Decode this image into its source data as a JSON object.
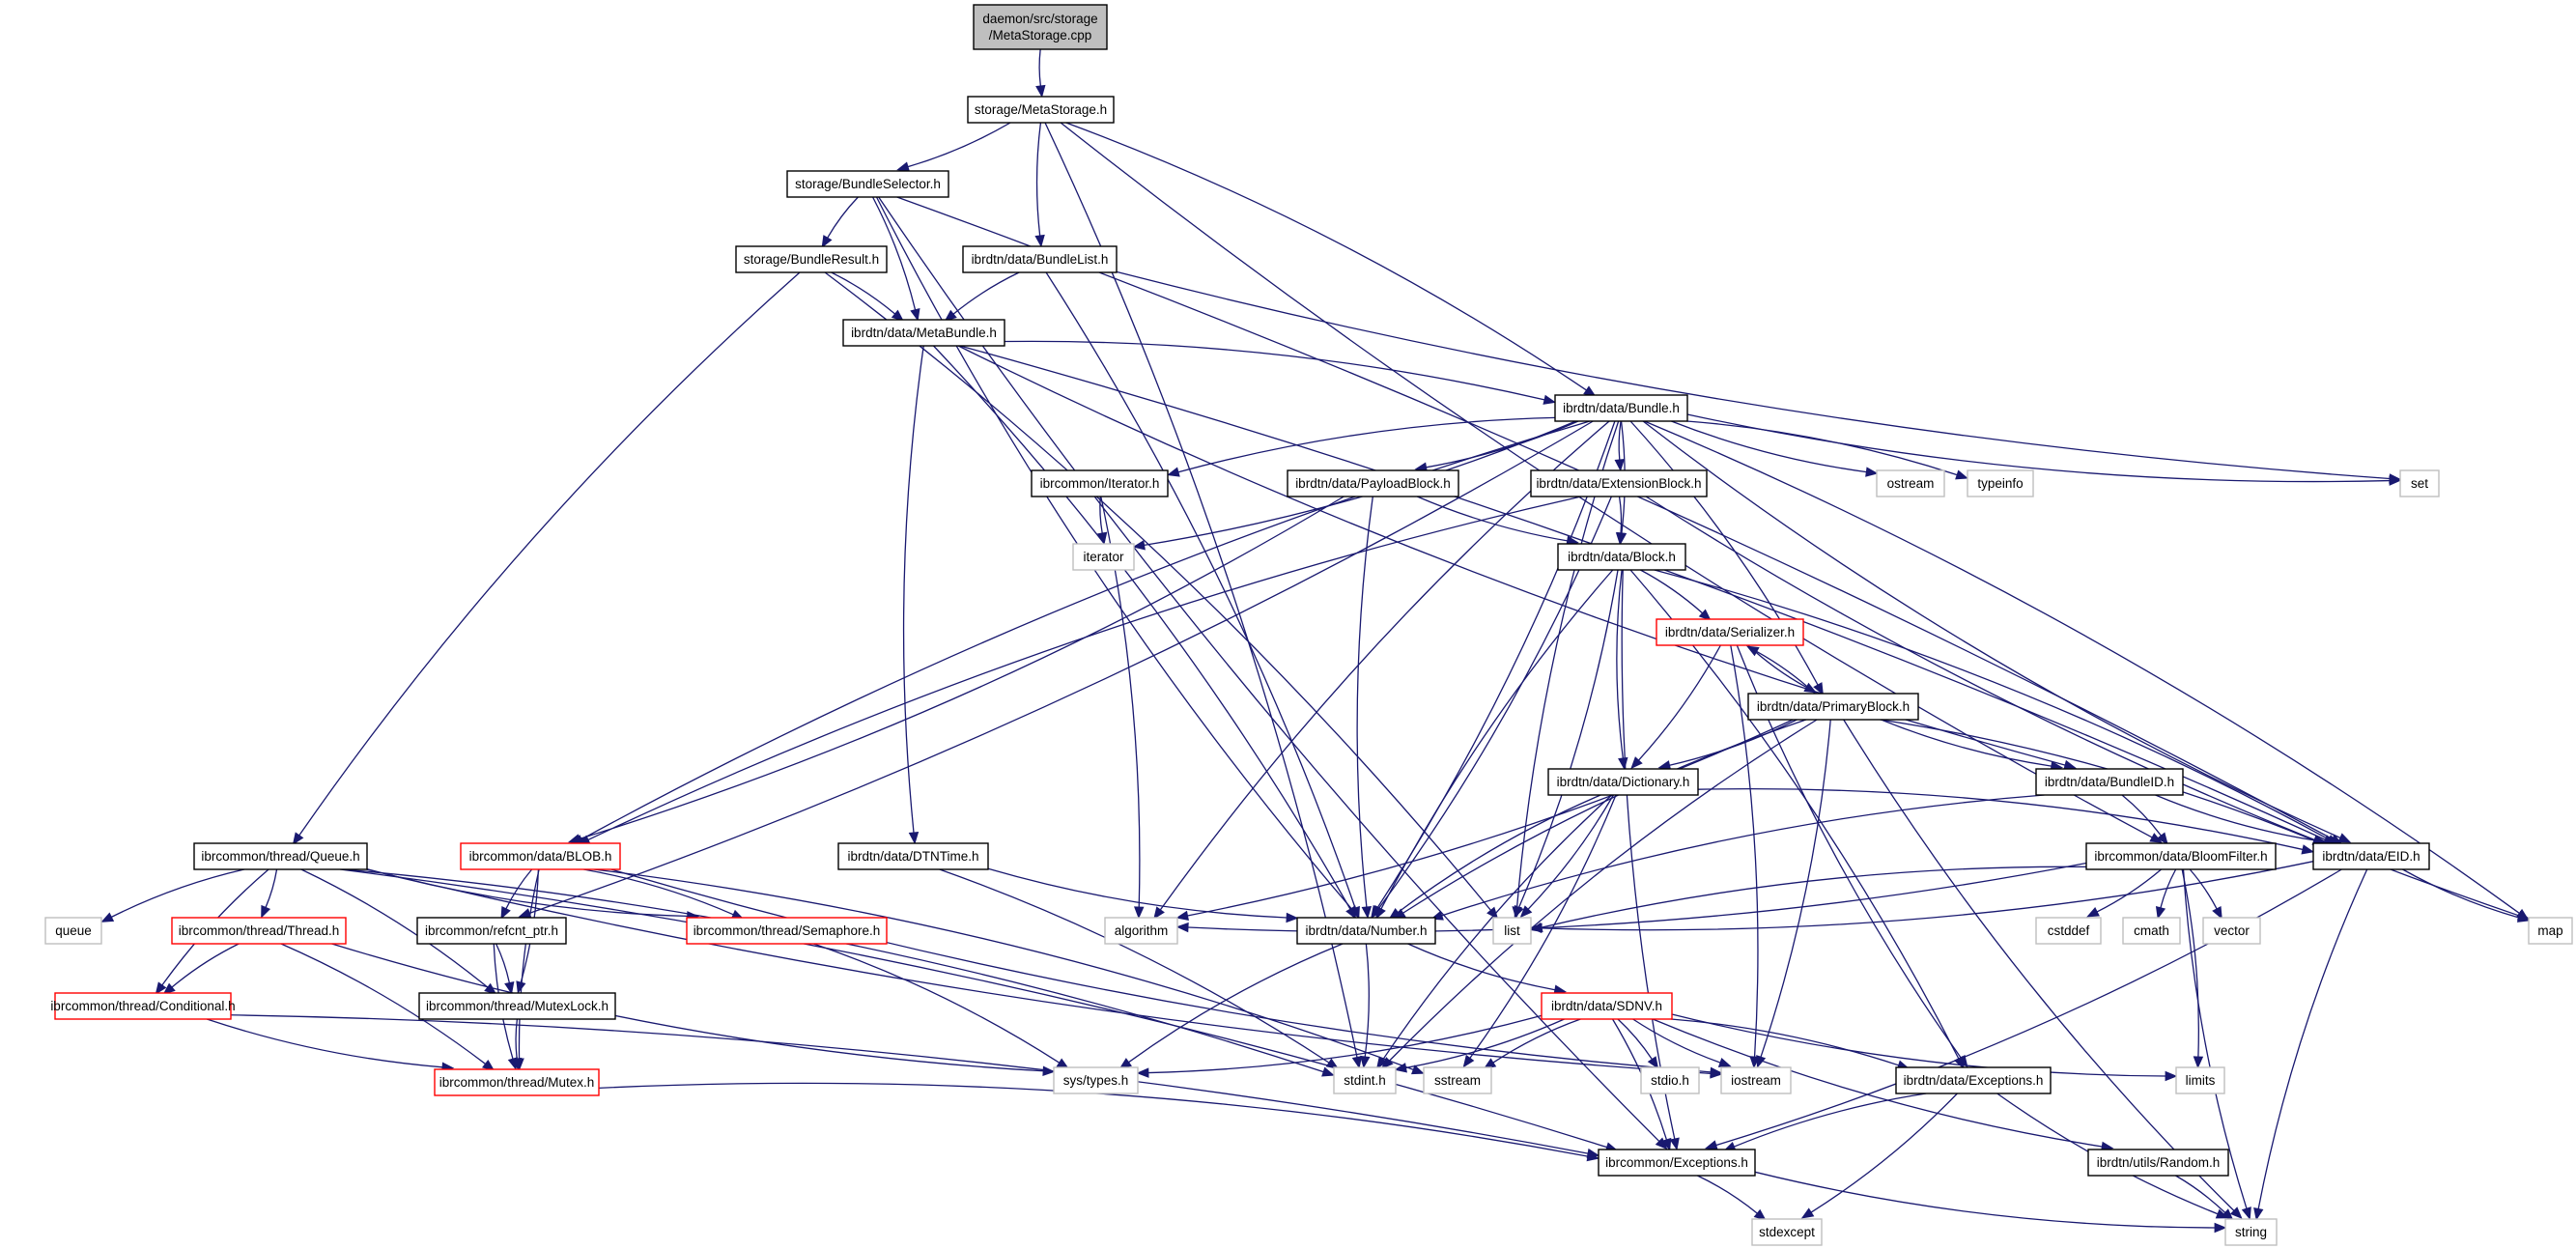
{
  "diagram": {
    "type": "include-dependency-graph",
    "colors": {
      "edge": "#191970",
      "root_fill": "#bfbfbf",
      "documented_border": "#000000",
      "incomplete_border": "#ff0000",
      "external_border": "#bfbfbf"
    },
    "nodes": [
      {
        "id": "root",
        "label": [
          "daemon/src/storage",
          "/MetaStorage.cpp"
        ],
        "kind": "root"
      },
      {
        "id": "MetaStorage",
        "label": [
          "storage/MetaStorage.h"
        ],
        "kind": "documented"
      },
      {
        "id": "BundleSelector",
        "label": [
          "storage/BundleSelector.h"
        ],
        "kind": "documented"
      },
      {
        "id": "BundleResult",
        "label": [
          "storage/BundleResult.h"
        ],
        "kind": "documented"
      },
      {
        "id": "BundleList",
        "label": [
          "ibrdtn/data/BundleList.h"
        ],
        "kind": "documented"
      },
      {
        "id": "MetaBundle",
        "label": [
          "ibrdtn/data/MetaBundle.h"
        ],
        "kind": "documented"
      },
      {
        "id": "Bundle",
        "label": [
          "ibrdtn/data/Bundle.h"
        ],
        "kind": "documented"
      },
      {
        "id": "Iterator",
        "label": [
          "ibrcommon/Iterator.h"
        ],
        "kind": "documented"
      },
      {
        "id": "PayloadBlock",
        "label": [
          "ibrdtn/data/PayloadBlock.h"
        ],
        "kind": "documented"
      },
      {
        "id": "ExtensionBlock",
        "label": [
          "ibrdtn/data/ExtensionBlock.h"
        ],
        "kind": "documented"
      },
      {
        "id": "ostream",
        "label": [
          "ostream"
        ],
        "kind": "external"
      },
      {
        "id": "typeinfo",
        "label": [
          "typeinfo"
        ],
        "kind": "external"
      },
      {
        "id": "set",
        "label": [
          "set"
        ],
        "kind": "external"
      },
      {
        "id": "iterator",
        "label": [
          "iterator"
        ],
        "kind": "external"
      },
      {
        "id": "Block",
        "label": [
          "ibrdtn/data/Block.h"
        ],
        "kind": "documented"
      },
      {
        "id": "Serializer",
        "label": [
          "ibrdtn/data/Serializer.h"
        ],
        "kind": "incomplete"
      },
      {
        "id": "PrimaryBlock",
        "label": [
          "ibrdtn/data/PrimaryBlock.h"
        ],
        "kind": "documented"
      },
      {
        "id": "Dictionary",
        "label": [
          "ibrdtn/data/Dictionary.h"
        ],
        "kind": "documented"
      },
      {
        "id": "BundleID",
        "label": [
          "ibrdtn/data/BundleID.h"
        ],
        "kind": "documented"
      },
      {
        "id": "Queue",
        "label": [
          "ibrcommon/thread/Queue.h"
        ],
        "kind": "documented"
      },
      {
        "id": "BLOB",
        "label": [
          "ibrcommon/data/BLOB.h"
        ],
        "kind": "incomplete"
      },
      {
        "id": "DTNTime",
        "label": [
          "ibrdtn/data/DTNTime.h"
        ],
        "kind": "documented"
      },
      {
        "id": "BloomFilter",
        "label": [
          "ibrcommon/data/BloomFilter.h"
        ],
        "kind": "documented"
      },
      {
        "id": "EID",
        "label": [
          "ibrdtn/data/EID.h"
        ],
        "kind": "documented"
      },
      {
        "id": "queue",
        "label": [
          "queue"
        ],
        "kind": "external"
      },
      {
        "id": "Thread",
        "label": [
          "ibrcommon/thread/Thread.h"
        ],
        "kind": "incomplete"
      },
      {
        "id": "refcnt_ptr",
        "label": [
          "ibrcommon/refcnt_ptr.h"
        ],
        "kind": "documented"
      },
      {
        "id": "Semaphore",
        "label": [
          "ibrcommon/thread/Semaphore.h"
        ],
        "kind": "incomplete"
      },
      {
        "id": "algorithm",
        "label": [
          "algorithm"
        ],
        "kind": "external"
      },
      {
        "id": "Number",
        "label": [
          "ibrdtn/data/Number.h"
        ],
        "kind": "documented"
      },
      {
        "id": "list",
        "label": [
          "list"
        ],
        "kind": "external"
      },
      {
        "id": "cstddef",
        "label": [
          "cstddef"
        ],
        "kind": "external"
      },
      {
        "id": "cmath",
        "label": [
          "cmath"
        ],
        "kind": "external"
      },
      {
        "id": "vector",
        "label": [
          "vector"
        ],
        "kind": "external"
      },
      {
        "id": "map",
        "label": [
          "map"
        ],
        "kind": "external"
      },
      {
        "id": "Conditional",
        "label": [
          "ibrcommon/thread/Conditional.h"
        ],
        "kind": "incomplete"
      },
      {
        "id": "MutexLock",
        "label": [
          "ibrcommon/thread/MutexLock.h"
        ],
        "kind": "documented"
      },
      {
        "id": "SDNV",
        "label": [
          "ibrdtn/data/SDNV.h"
        ],
        "kind": "incomplete"
      },
      {
        "id": "Mutex",
        "label": [
          "ibrcommon/thread/Mutex.h"
        ],
        "kind": "incomplete"
      },
      {
        "id": "systypes",
        "label": [
          "sys/types.h"
        ],
        "kind": "external"
      },
      {
        "id": "stdint",
        "label": [
          "stdint.h"
        ],
        "kind": "external"
      },
      {
        "id": "sstream",
        "label": [
          "sstream"
        ],
        "kind": "external"
      },
      {
        "id": "stdio",
        "label": [
          "stdio.h"
        ],
        "kind": "external"
      },
      {
        "id": "iostream",
        "label": [
          "iostream"
        ],
        "kind": "external"
      },
      {
        "id": "DataExceptions",
        "label": [
          "ibrdtn/data/Exceptions.h"
        ],
        "kind": "documented"
      },
      {
        "id": "limits",
        "label": [
          "limits"
        ],
        "kind": "external"
      },
      {
        "id": "CommonExceptions",
        "label": [
          "ibrcommon/Exceptions.h"
        ],
        "kind": "documented"
      },
      {
        "id": "Random",
        "label": [
          "ibrdtn/utils/Random.h"
        ],
        "kind": "documented"
      },
      {
        "id": "stdexcept",
        "label": [
          "stdexcept"
        ],
        "kind": "external"
      },
      {
        "id": "string",
        "label": [
          "string"
        ],
        "kind": "external"
      }
    ],
    "edges": [
      [
        "root",
        "MetaStorage"
      ],
      [
        "MetaStorage",
        "BundleSelector"
      ],
      [
        "MetaStorage",
        "BundleList"
      ],
      [
        "MetaStorage",
        "Bundle"
      ],
      [
        "MetaStorage",
        "BloomFilter"
      ],
      [
        "MetaStorage",
        "stdint"
      ],
      [
        "BundleSelector",
        "BundleResult"
      ],
      [
        "BundleSelector",
        "MetaBundle"
      ],
      [
        "BundleSelector",
        "Number"
      ],
      [
        "BundleSelector",
        "EID"
      ],
      [
        "BundleSelector",
        "CommonExceptions"
      ],
      [
        "BundleResult",
        "MetaBundle"
      ],
      [
        "BundleResult",
        "Queue"
      ],
      [
        "BundleResult",
        "list"
      ],
      [
        "BundleList",
        "MetaBundle"
      ],
      [
        "BundleList",
        "Number"
      ],
      [
        "BundleList",
        "set"
      ],
      [
        "MetaBundle",
        "Bundle"
      ],
      [
        "MetaBundle",
        "DTNTime"
      ],
      [
        "MetaBundle",
        "Number"
      ],
      [
        "MetaBundle",
        "BundleID"
      ],
      [
        "MetaBundle",
        "EID"
      ],
      [
        "Bundle",
        "Iterator"
      ],
      [
        "Bundle",
        "PayloadBlock"
      ],
      [
        "Bundle",
        "ExtensionBlock"
      ],
      [
        "Bundle",
        "Block"
      ],
      [
        "Bundle",
        "ostream"
      ],
      [
        "Bundle",
        "typeinfo"
      ],
      [
        "Bundle",
        "set"
      ],
      [
        "Bundle",
        "iterator"
      ],
      [
        "Bundle",
        "BLOB"
      ],
      [
        "Bundle",
        "refcnt_ptr"
      ],
      [
        "Bundle",
        "algorithm"
      ],
      [
        "Bundle",
        "Number"
      ],
      [
        "Bundle",
        "list"
      ],
      [
        "Bundle",
        "PrimaryBlock"
      ],
      [
        "Bundle",
        "EID"
      ],
      [
        "Bundle",
        "map"
      ],
      [
        "Iterator",
        "iterator"
      ],
      [
        "Iterator",
        "algorithm"
      ],
      [
        "PayloadBlock",
        "Block"
      ],
      [
        "PayloadBlock",
        "BLOB"
      ],
      [
        "PayloadBlock",
        "Number"
      ],
      [
        "ExtensionBlock",
        "Block"
      ],
      [
        "ExtensionBlock",
        "BLOB"
      ],
      [
        "ExtensionBlock",
        "Number"
      ],
      [
        "ExtensionBlock",
        "map"
      ],
      [
        "Block",
        "Serializer"
      ],
      [
        "Block",
        "Dictionary"
      ],
      [
        "Block",
        "EID"
      ],
      [
        "Block",
        "Number"
      ],
      [
        "Block",
        "list"
      ],
      [
        "Block",
        "CommonExceptions"
      ],
      [
        "Block",
        "DataExceptions"
      ],
      [
        "Serializer",
        "PrimaryBlock"
      ],
      [
        "Serializer",
        "Dictionary"
      ],
      [
        "Serializer",
        "DataExceptions"
      ],
      [
        "Serializer",
        "iostream"
      ],
      [
        "PrimaryBlock",
        "Serializer"
      ],
      [
        "PrimaryBlock",
        "Dictionary"
      ],
      [
        "PrimaryBlock",
        "BundleID"
      ],
      [
        "PrimaryBlock",
        "EID"
      ],
      [
        "PrimaryBlock",
        "Number"
      ],
      [
        "PrimaryBlock",
        "algorithm"
      ],
      [
        "PrimaryBlock",
        "stdint"
      ],
      [
        "PrimaryBlock",
        "iostream"
      ],
      [
        "PrimaryBlock",
        "string"
      ],
      [
        "Dictionary",
        "EID"
      ],
      [
        "Dictionary",
        "Number"
      ],
      [
        "Dictionary",
        "list"
      ],
      [
        "Dictionary",
        "stdint"
      ],
      [
        "Dictionary",
        "sstream"
      ],
      [
        "BundleID",
        "EID"
      ],
      [
        "BundleID",
        "BloomFilter"
      ],
      [
        "BundleID",
        "Number"
      ],
      [
        "BloomFilter",
        "cstddef"
      ],
      [
        "BloomFilter",
        "cmath"
      ],
      [
        "BloomFilter",
        "vector"
      ],
      [
        "BloomFilter",
        "list"
      ],
      [
        "BloomFilter",
        "limits"
      ],
      [
        "BloomFilter",
        "string"
      ],
      [
        "BloomFilter",
        "algorithm"
      ],
      [
        "EID",
        "map"
      ],
      [
        "EID",
        "list"
      ],
      [
        "EID",
        "string"
      ],
      [
        "EID",
        "CommonExceptions"
      ],
      [
        "Queue",
        "queue"
      ],
      [
        "Queue",
        "Thread"
      ],
      [
        "Queue",
        "Conditional"
      ],
      [
        "Queue",
        "MutexLock"
      ],
      [
        "Queue",
        "Semaphore"
      ],
      [
        "Queue",
        "CommonExceptions"
      ],
      [
        "Queue",
        "iostream"
      ],
      [
        "Queue",
        "stdint"
      ],
      [
        "BLOB",
        "refcnt_ptr"
      ],
      [
        "BLOB",
        "MutexLock"
      ],
      [
        "BLOB",
        "Mutex"
      ],
      [
        "BLOB",
        "Semaphore"
      ],
      [
        "BLOB",
        "iostream"
      ],
      [
        "BLOB",
        "sstream"
      ],
      [
        "DTNTime",
        "Number"
      ],
      [
        "DTNTime",
        "stdint"
      ],
      [
        "Thread",
        "Conditional"
      ],
      [
        "Thread",
        "Mutex"
      ],
      [
        "Thread",
        "systypes"
      ],
      [
        "refcnt_ptr",
        "MutexLock"
      ],
      [
        "refcnt_ptr",
        "Mutex"
      ],
      [
        "Semaphore",
        "systypes"
      ],
      [
        "Conditional",
        "Mutex"
      ],
      [
        "Conditional",
        "CommonExceptions"
      ],
      [
        "MutexLock",
        "Mutex"
      ],
      [
        "Mutex",
        "CommonExceptions"
      ],
      [
        "Number",
        "SDNV"
      ],
      [
        "Number",
        "stdint"
      ],
      [
        "Number",
        "systypes"
      ],
      [
        "SDNV",
        "stdint"
      ],
      [
        "SDNV",
        "sstream"
      ],
      [
        "SDNV",
        "stdio"
      ],
      [
        "SDNV",
        "iostream"
      ],
      [
        "SDNV",
        "DataExceptions"
      ],
      [
        "SDNV",
        "limits"
      ],
      [
        "SDNV",
        "CommonExceptions"
      ],
      [
        "SDNV",
        "Random"
      ],
      [
        "SDNV",
        "systypes"
      ],
      [
        "DataExceptions",
        "CommonExceptions"
      ],
      [
        "DataExceptions",
        "stdexcept"
      ],
      [
        "DataExceptions",
        "string"
      ],
      [
        "CommonExceptions",
        "stdexcept"
      ],
      [
        "CommonExceptions",
        "string"
      ],
      [
        "Random",
        "string"
      ]
    ]
  }
}
